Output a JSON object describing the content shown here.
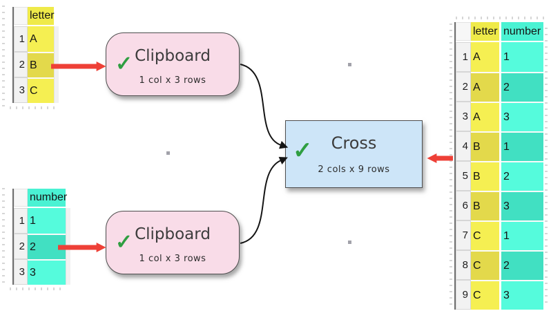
{
  "colors": {
    "node_pink": "#f9dce8",
    "node_blue": "#cde5f8",
    "node_border": "#4d4d4d",
    "check_green": "#2f9e41",
    "arrow_red": "#ee4037",
    "wire_black": "#141414",
    "yellow_light": "#f5ef52",
    "yellow_dark": "#e3d94b",
    "teal_light": "#55fbdc",
    "teal_dark": "#41e0c2"
  },
  "nodes": {
    "clipboard_top": {
      "title": "Clipboard",
      "subtitle": "1 col x 3 rows",
      "check": "✓"
    },
    "clipboard_bottom": {
      "title": "Clipboard",
      "subtitle": "1 col x 3 rows",
      "check": "✓"
    },
    "cross": {
      "title": "Cross",
      "subtitle": "2 cols x 9 rows",
      "check": "✓"
    }
  },
  "tables": {
    "letter_input": {
      "header": "letter",
      "rows": [
        {
          "n": "1",
          "v": "A"
        },
        {
          "n": "2",
          "v": "B"
        },
        {
          "n": "3",
          "v": "C"
        }
      ]
    },
    "number_input": {
      "header": "number",
      "rows": [
        {
          "n": "1",
          "v": "1"
        },
        {
          "n": "2",
          "v": "2"
        },
        {
          "n": "3",
          "v": "3"
        }
      ]
    },
    "result": {
      "letter_header": "letter",
      "number_header": "number",
      "rows": [
        {
          "n": "1",
          "letter": "A",
          "number": "1"
        },
        {
          "n": "2",
          "letter": "A",
          "number": "2"
        },
        {
          "n": "3",
          "letter": "A",
          "number": "3"
        },
        {
          "n": "4",
          "letter": "B",
          "number": "1"
        },
        {
          "n": "5",
          "letter": "B",
          "number": "2"
        },
        {
          "n": "6",
          "letter": "B",
          "number": "3"
        },
        {
          "n": "7",
          "letter": "C",
          "number": "1"
        },
        {
          "n": "8",
          "letter": "C",
          "number": "2"
        },
        {
          "n": "9",
          "letter": "C",
          "number": "3"
        }
      ]
    }
  }
}
